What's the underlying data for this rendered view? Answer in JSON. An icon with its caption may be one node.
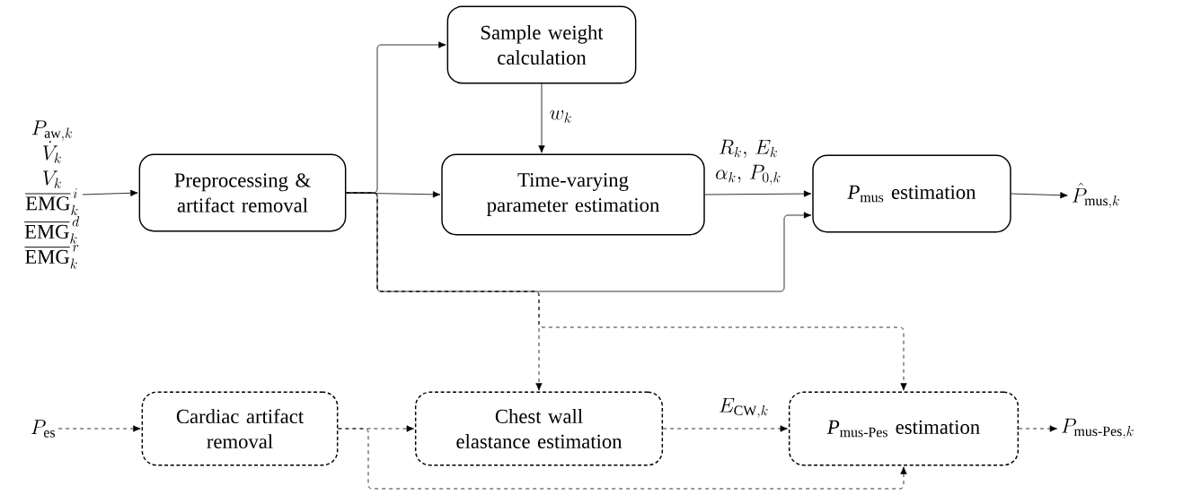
{
  "diagram": {
    "nodes": [
      {
        "text": [
          "P_{\\mathrm{aw},k}",
          "\\dot{V}_k",
          "V_k",
          "\\overline{\\mathrm{EMG}}_k^{\\,i}",
          "\\overline{\\mathrm{EMG}}_k^{\\,d}",
          "\\overline{\\mathrm{EMG}}_k^{\\,r}"
        ]
      },
      {
        "text": [
          "Preprocessing & artifact removal"
        ]
      },
      {
        "text": [
          "Sample weight calculation"
        ]
      },
      {
        "text": [
          "Time-varying parameter estimation"
        ]
      },
      {
        "text": [
          "*P*$_{mus}$ estimation"
        ]
      },
      {
        "text": [
          "\\hat{P}_{\\mathrm{mus},k}"
        ]
      },
      {
        "text": [
          "P_{\\mathrm{es}}"
        ]
      },
      {
        "text": [
          "Cardiac artifact removal"
        ]
      },
      {
        "text": [
          "Chest wall elastance estimation"
        ]
      },
      {
        "text": [
          "*P*$_{mus-Pes}$ estimation"
        ]
      },
      {
        "text": [
          "P_{\\text{mus-Pes},k}"
        ]
      }
    ],
    "edges": [
      {
        "from": 0,
        "to": 1,
        "arrow": "to"
      },
      {
        "from": 1,
        "to": 2,
        "arrow": "to"
      },
      {
        "from": 1,
        "to": 3,
        "arrow": "to"
      },
      {
        "from": 1,
        "to": 4,
        "arrow": "to"
      },
      {
        "from": 2,
        "to": 3,
        "arrow": "to",
        "label": "w_k"
      },
      {
        "from": 3,
        "to": 4,
        "arrow": "to",
        "label": "\\begin{array}{c}R_k,\\,E_k\\\\ \\alpha_k,\\,P_{0,k}\\end{array}"
      },
      {
        "from": 4,
        "to": 5,
        "arrow": "to"
      },
      {
        "from": 1,
        "to": 8,
        "arrow": "to",
        "style": "dashed"
      },
      {
        "from": 1,
        "to": 9,
        "arrow": "to",
        "style": "dashed"
      },
      {
        "from": 6,
        "to": 7,
        "arrow": "to",
        "style": "dashed"
      },
      {
        "from": 7,
        "to": 8,
        "arrow": "to",
        "style": "dashed"
      },
      {
        "from": 7,
        "to": 9,
        "arrow": "to",
        "style": "dashed"
      },
      {
        "from": 8,
        "to": 9,
        "arrow": "to",
        "style": "dashed",
        "label": "E_{\\mathrm{CW},k}"
      },
      {
        "from": 9,
        "to": 10,
        "arrow": "to",
        "style": "dashed"
      }
    ]
  }
}
